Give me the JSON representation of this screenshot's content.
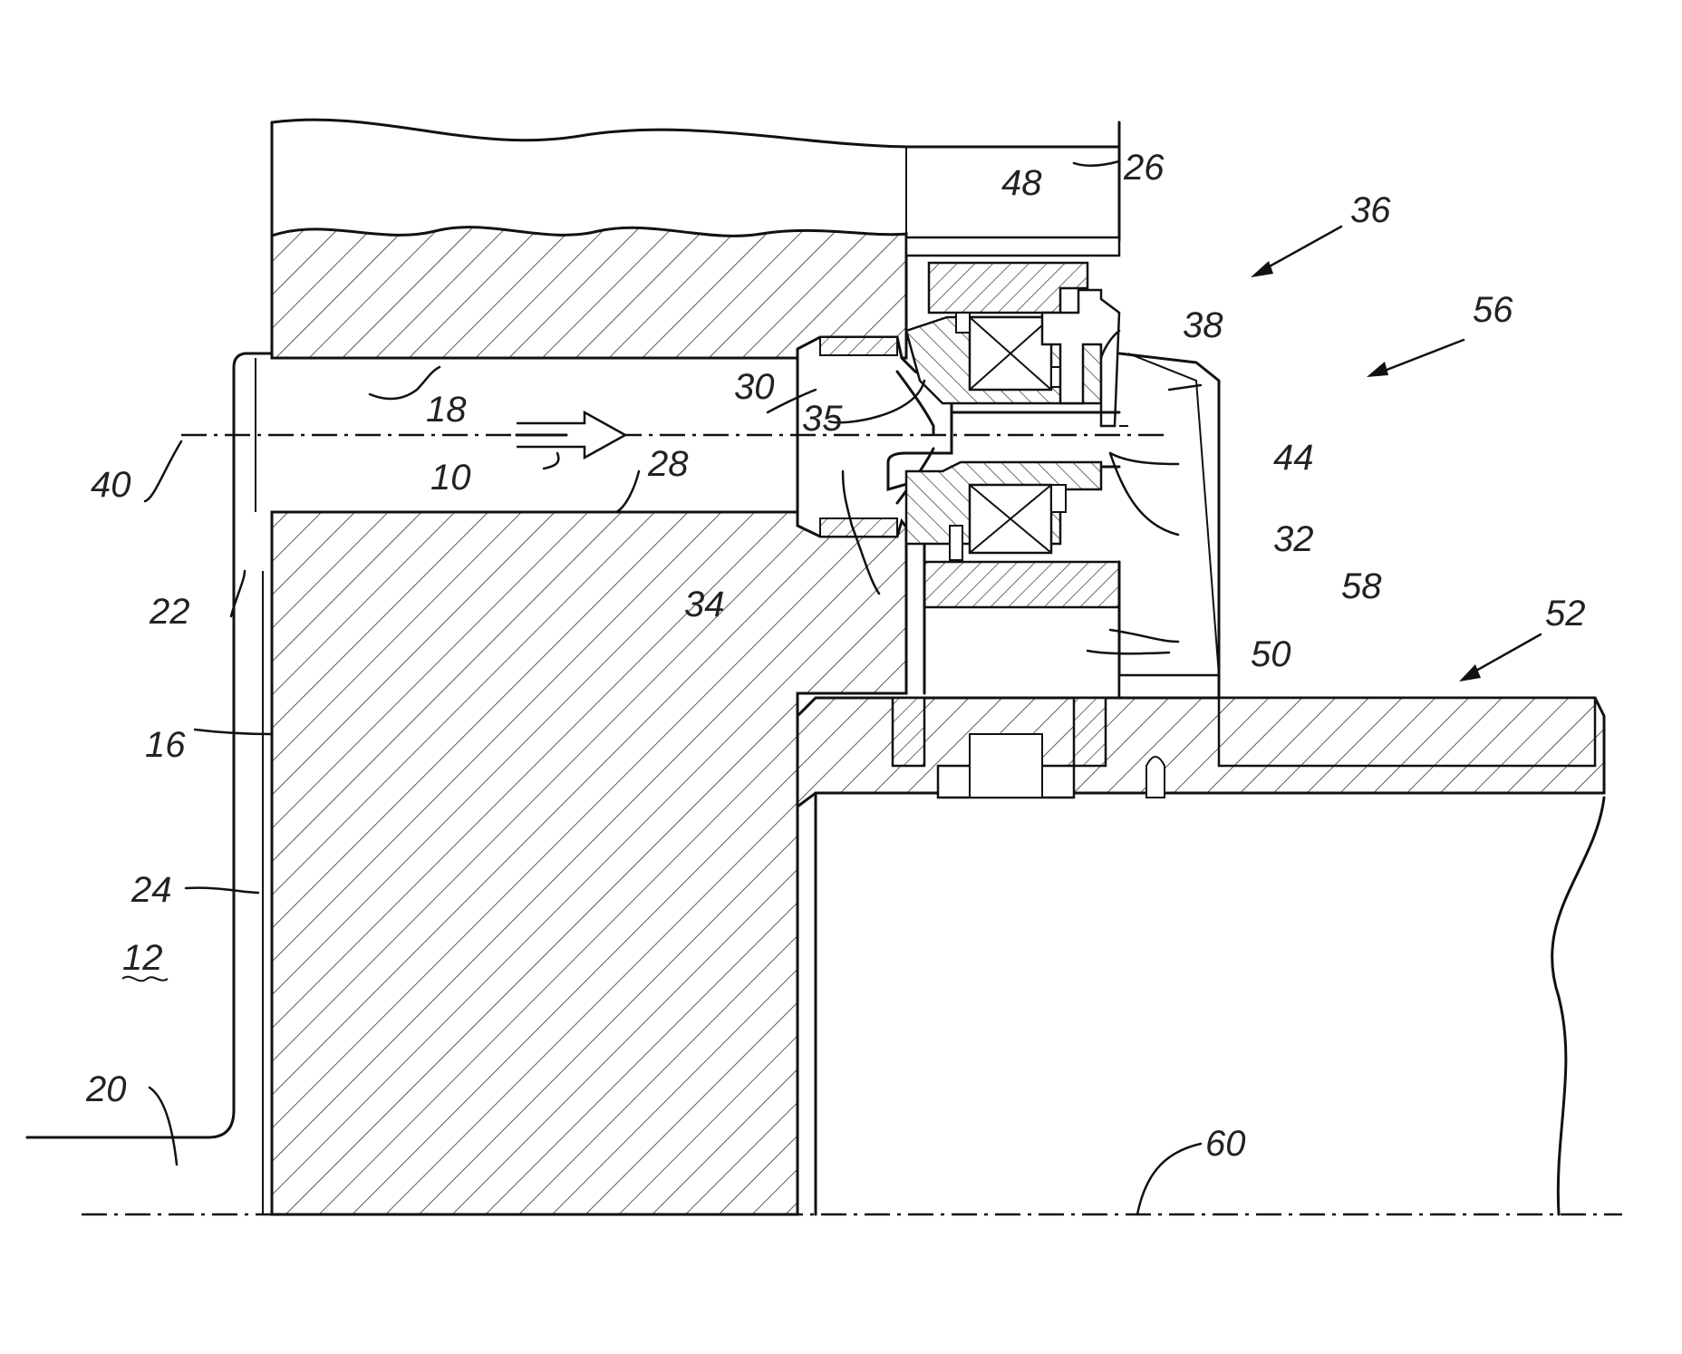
{
  "figure": {
    "background_color": "#ffffff",
    "line_color": "#111111",
    "hatch_pattern": "diagonal-hatching"
  },
  "labels": {
    "l10": "10",
    "l12": "12",
    "l16": "16",
    "l18": "18",
    "l20": "20",
    "l22": "22",
    "l24": "24",
    "l26": "26",
    "l28": "28",
    "l30": "30",
    "l32": "32",
    "l34": "34",
    "l35": "35",
    "l36": "36",
    "l38": "38",
    "l40": "40",
    "l44": "44",
    "l48": "48",
    "l50": "50",
    "l52": "52",
    "l56": "56",
    "l58": "58",
    "l60": "60"
  }
}
